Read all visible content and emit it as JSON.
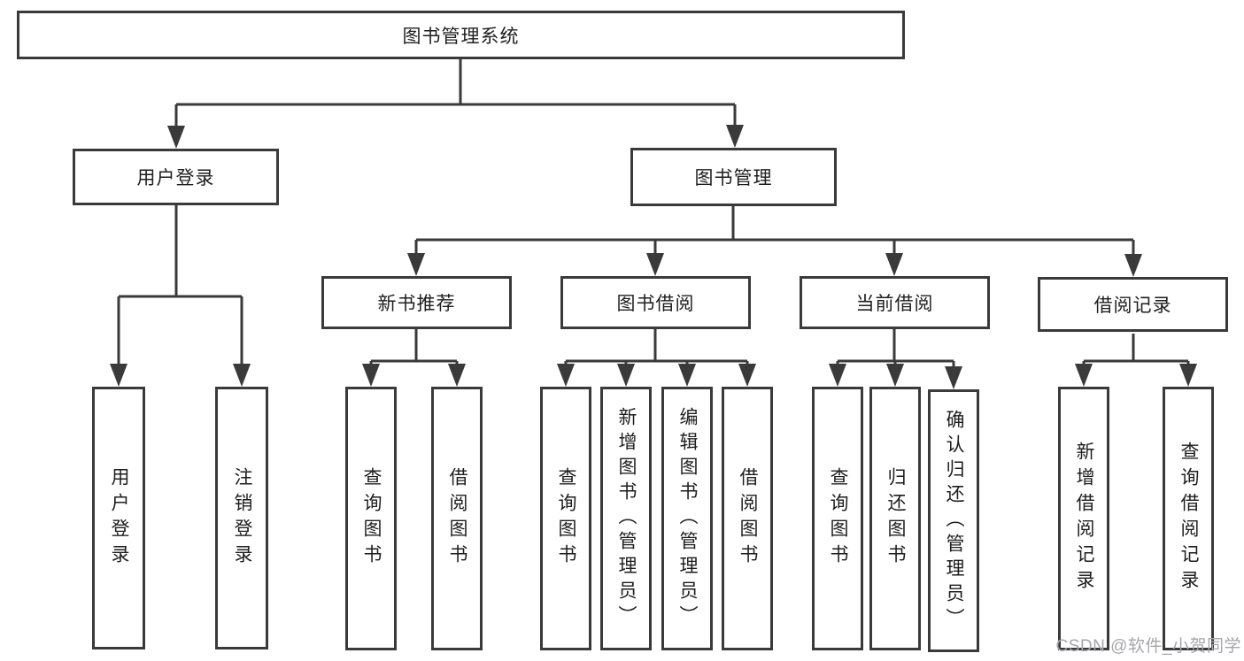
{
  "tree": {
    "root": {
      "label": "图书管理系统",
      "children": [
        {
          "label": "用户登录",
          "children": [
            {
              "label": "用户登录"
            },
            {
              "label": "注销登录"
            }
          ]
        },
        {
          "label": "图书管理",
          "children": [
            {
              "label": "新书推荐",
              "children": [
                {
                  "label": "查询图书"
                },
                {
                  "label": "借阅图书"
                }
              ]
            },
            {
              "label": "图书借阅",
              "children": [
                {
                  "label": "查询图书"
                },
                {
                  "label": "新增图书（管理员）"
                },
                {
                  "label": "编辑图书（管理员）"
                },
                {
                  "label": "借阅图书"
                }
              ]
            },
            {
              "label": "当前借阅",
              "children": [
                {
                  "label": "查询图书"
                },
                {
                  "label": "归还图书"
                },
                {
                  "label": "确认归还（管理员）"
                }
              ]
            },
            {
              "label": "借阅记录",
              "children": [
                {
                  "label": "新增借阅记录"
                },
                {
                  "label": "查询借阅记录"
                }
              ]
            }
          ]
        }
      ]
    }
  },
  "watermark": {
    "text": "CSDN @软件_小贺同学"
  },
  "colors": {
    "line": "#3a3a3a",
    "text": "#1e1e1e",
    "watermark": "#a6a6ad",
    "bg": "#ffffff"
  }
}
